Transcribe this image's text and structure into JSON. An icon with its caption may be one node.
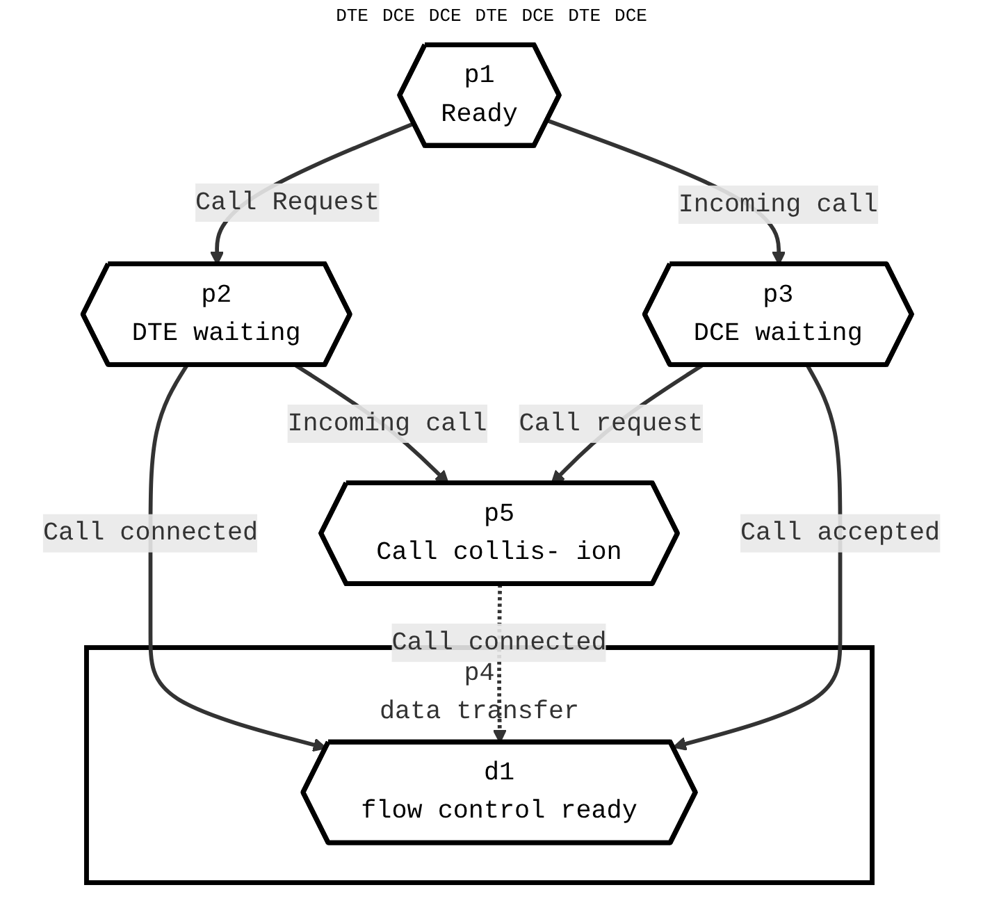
{
  "diagram": {
    "nodes": [
      {
        "text": [
          "p1",
          "Ready"
        ]
      },
      {
        "text": [
          "p2",
          "DTE waiting"
        ]
      },
      {
        "text": [
          "p3",
          "DCE waiting"
        ]
      },
      {
        "text": [
          "p5",
          "Call collis- ion"
        ]
      },
      {
        "text": [
          "p4",
          "data transfer"
        ]
      },
      {
        "text": [
          "d1",
          "flow control ready"
        ],
        "in": 4
      }
    ],
    "edges": [
      {
        "from": 0,
        "to": 1,
        "arrow": "to",
        "label": "Call Request"
      },
      {
        "from": 0,
        "to": 2,
        "arrow": "to",
        "label": "Incoming call"
      },
      {
        "from": 1,
        "to": 3,
        "arrow": "to",
        "label": "Incoming call"
      },
      {
        "from": 2,
        "to": 3,
        "arrow": "to",
        "label": "Call request"
      },
      {
        "from": 1,
        "to": 5,
        "arrow": "to",
        "label": "Call connected"
      },
      {
        "from": 3,
        "to": 5,
        "arrow": "to",
        "label": "Call connected",
        "style": "dashed"
      },
      {
        "from": 2,
        "to": 5,
        "arrow": "to",
        "label": "Call accepted"
      }
    ],
    "labels": [
      "DTE",
      "DCE",
      "DCE",
      "DTE",
      "DCE",
      "DTE",
      "DCE"
    ]
  }
}
